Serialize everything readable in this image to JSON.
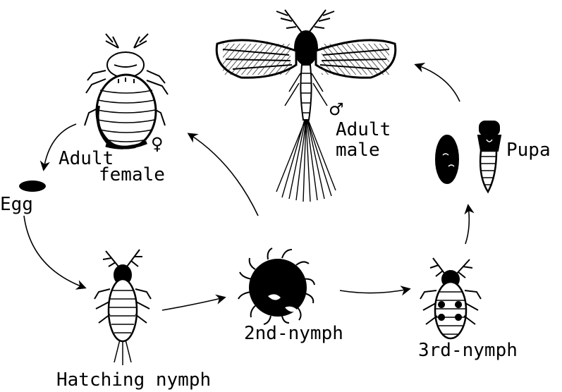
{
  "stages": {
    "adult_female": {
      "line1": "Adult",
      "line2": "female",
      "symbol": "♀"
    },
    "adult_male": {
      "line1": "Adult",
      "line2": "male",
      "symbol": "♂"
    },
    "egg": {
      "label": "Egg"
    },
    "hatching_nymph": {
      "label": "Hatching nymph"
    },
    "second_nymph": {
      "label": "2nd-nymph"
    },
    "third_nymph": {
      "label": "3rd-nymph"
    },
    "pupa": {
      "label": "Pupa"
    }
  },
  "colors": {
    "ink": "#000000",
    "paper": "#ffffff"
  }
}
